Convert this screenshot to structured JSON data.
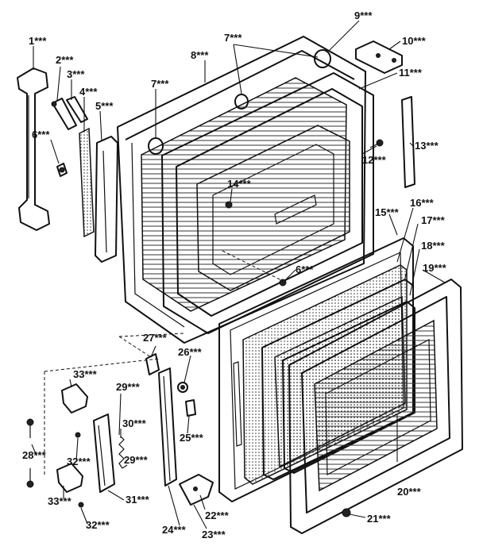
{
  "callouts": [
    {
      "id": "c1",
      "text": "1***"
    },
    {
      "id": "c2",
      "text": "2***"
    },
    {
      "id": "c3",
      "text": "3***"
    },
    {
      "id": "c4",
      "text": "4***"
    },
    {
      "id": "c5",
      "text": "5***"
    },
    {
      "id": "c6a",
      "text": "6***"
    },
    {
      "id": "c6b",
      "text": "6***"
    },
    {
      "id": "c7a",
      "text": "7***"
    },
    {
      "id": "c7b",
      "text": "7***"
    },
    {
      "id": "c8",
      "text": "8***"
    },
    {
      "id": "c9",
      "text": "9***"
    },
    {
      "id": "c10",
      "text": "10***"
    },
    {
      "id": "c11",
      "text": "11***"
    },
    {
      "id": "c12",
      "text": "12***"
    },
    {
      "id": "c13",
      "text": "13***"
    },
    {
      "id": "c14",
      "text": "14***"
    },
    {
      "id": "c15",
      "text": "15***"
    },
    {
      "id": "c16",
      "text": "16***"
    },
    {
      "id": "c17",
      "text": "17***"
    },
    {
      "id": "c18",
      "text": "18***"
    },
    {
      "id": "c19",
      "text": "19***"
    },
    {
      "id": "c20",
      "text": "20***"
    },
    {
      "id": "c21",
      "text": "21***"
    },
    {
      "id": "c22",
      "text": "22***"
    },
    {
      "id": "c23",
      "text": "23***"
    },
    {
      "id": "c24",
      "text": "24***"
    },
    {
      "id": "c25",
      "text": "25***"
    },
    {
      "id": "c26",
      "text": "26***"
    },
    {
      "id": "c27",
      "text": "27***"
    },
    {
      "id": "c28",
      "text": "28***"
    },
    {
      "id": "c29a",
      "text": "29***"
    },
    {
      "id": "c29b",
      "text": "29***"
    },
    {
      "id": "c30",
      "text": "30***"
    },
    {
      "id": "c31",
      "text": "31***"
    },
    {
      "id": "c32a",
      "text": "32***"
    },
    {
      "id": "c32b",
      "text": "32***"
    },
    {
      "id": "c33a",
      "text": "33***"
    },
    {
      "id": "c33b",
      "text": "33***"
    }
  ]
}
